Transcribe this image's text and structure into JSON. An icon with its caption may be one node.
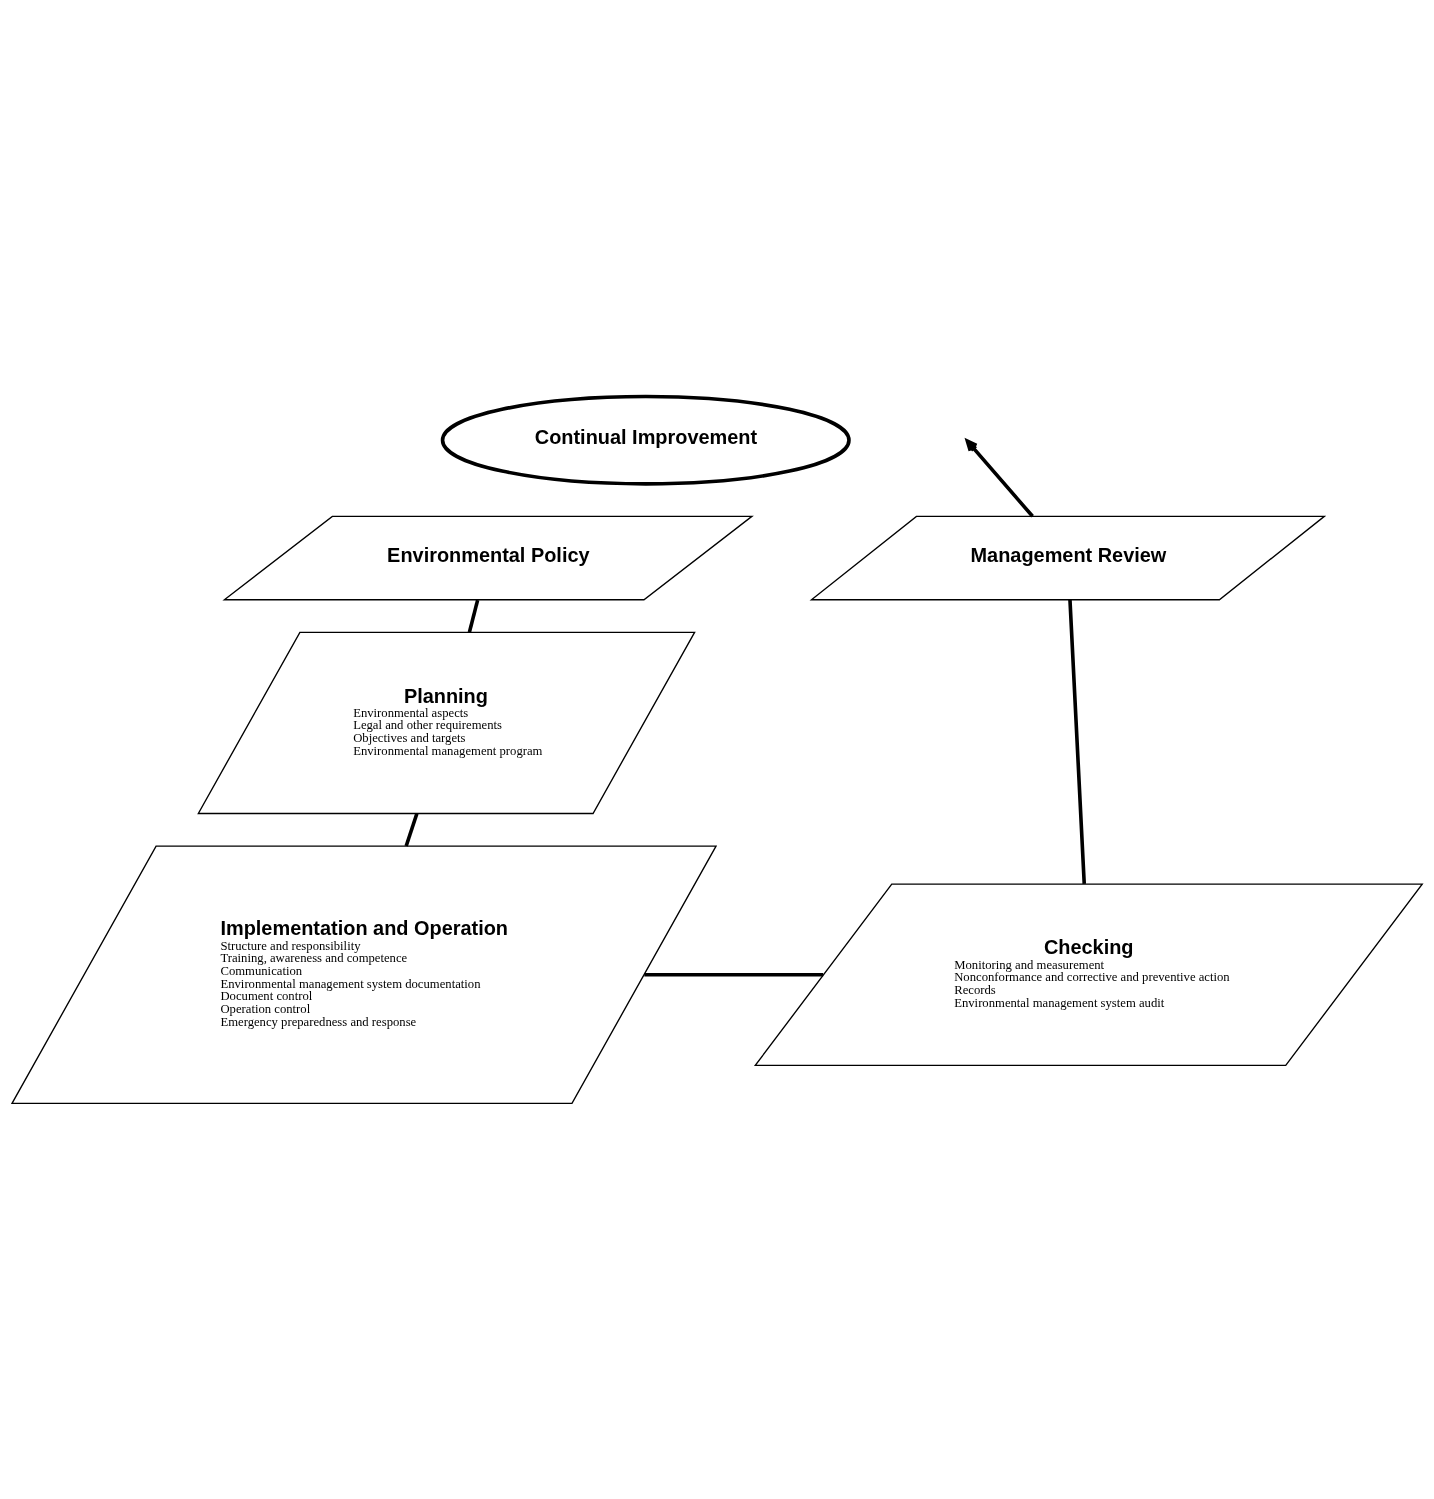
{
  "diagram": {
    "nodes": [
      {
        "text": [
          "Continual Improvement"
        ]
      },
      {
        "text": [
          "Environmental Policy"
        ]
      },
      {
        "text": [
          "Management Review"
        ]
      },
      {
        "text": [
          "Planning",
          "Environmental aspects",
          "Legal and other requirements",
          "Objectives and targets",
          "Environmental management program"
        ]
      },
      {
        "text": [
          "Implementation and Operation",
          "Structure and responsibility",
          "Training, awareness and competence",
          "Communication",
          "Environmental management system documentation",
          "Document control",
          "Operation control",
          "Emergency preparedness and response"
        ]
      },
      {
        "text": [
          "Checking",
          "Monitoring and measurement",
          "Nonconformance and corrective and preventive action",
          "Records",
          "Environmental management system audit"
        ]
      }
    ],
    "edges": [
      {
        "from": 1,
        "to": 3,
        "arrow": "none"
      },
      {
        "from": 3,
        "to": 4,
        "arrow": "none"
      },
      {
        "from": 4,
        "to": 5,
        "arrow": "none"
      },
      {
        "from": 5,
        "to": 2,
        "arrow": "none"
      },
      {
        "from": 2,
        "to": null,
        "arrow": "to"
      }
    ]
  }
}
